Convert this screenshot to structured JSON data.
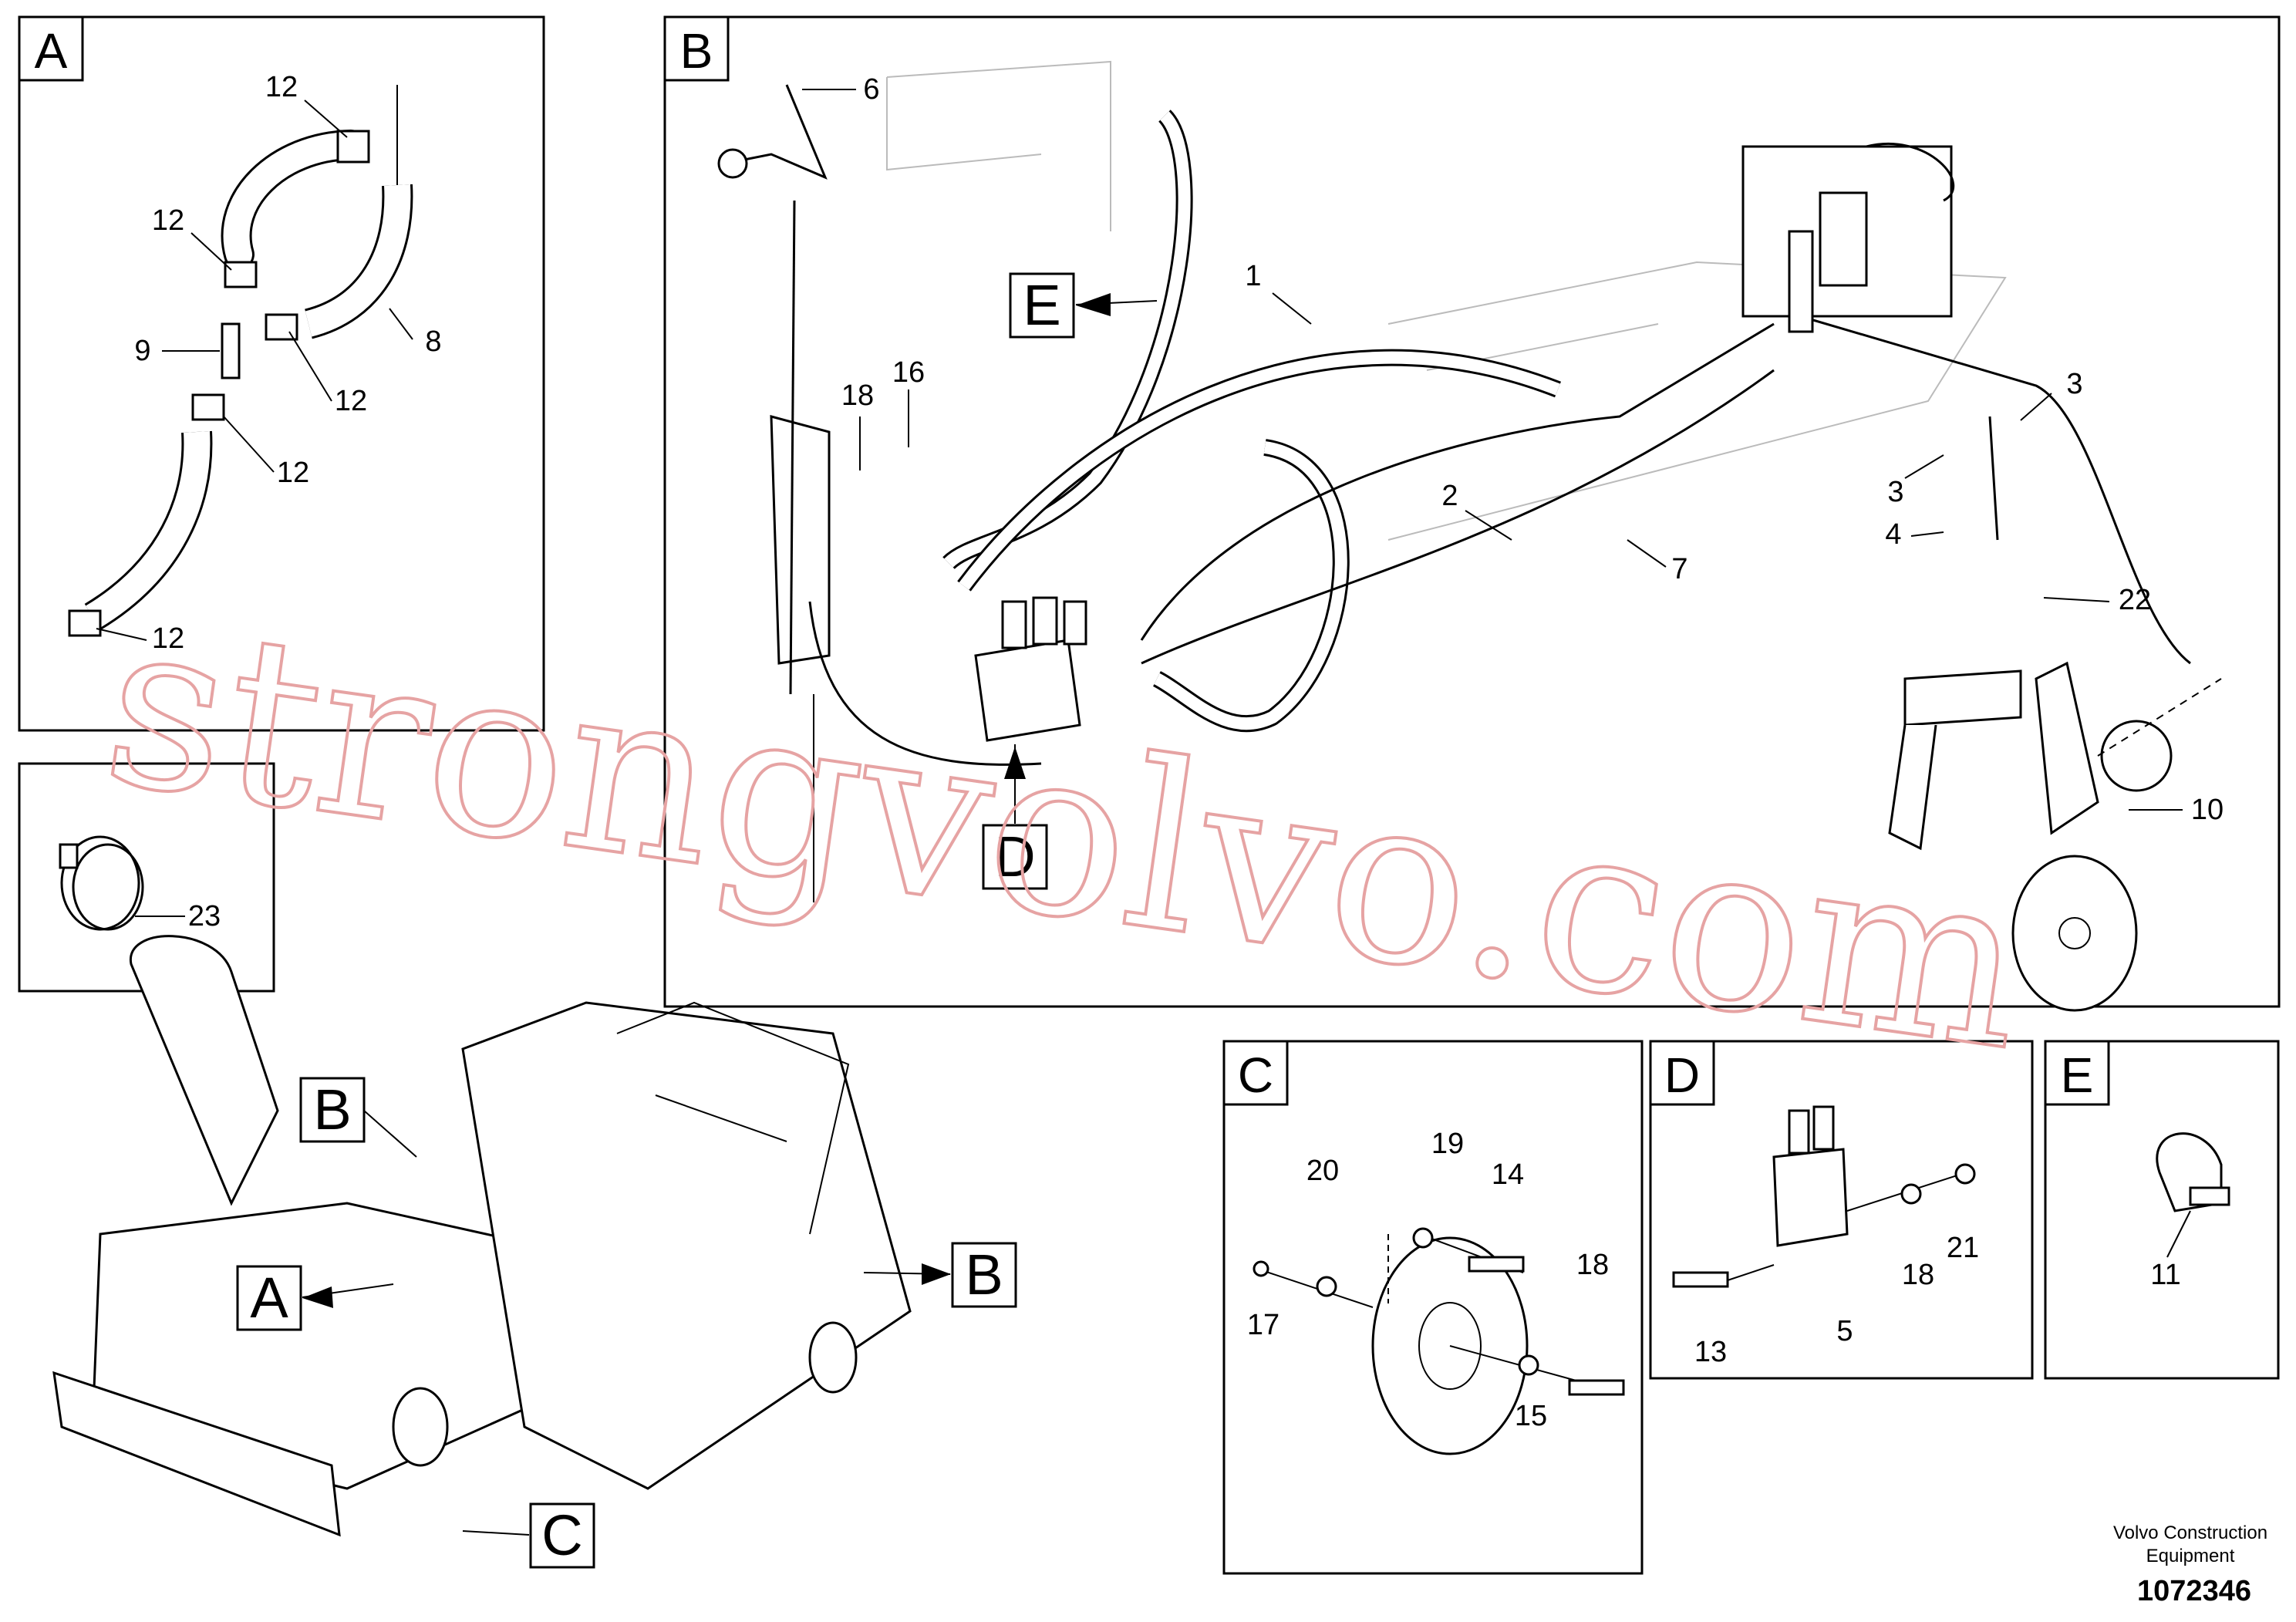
{
  "panels": {
    "A": {
      "letter": "A",
      "labels": {
        "l12a": "12",
        "l12b": "12",
        "l9": "9",
        "l8": "8",
        "l12c": "12",
        "l12d": "12",
        "l12e": "12"
      }
    },
    "B": {
      "letter": "B",
      "labels": {
        "l6": "6",
        "l1": "1",
        "l18": "18",
        "l16": "16",
        "l3a": "3",
        "l3b": "3",
        "l2": "2",
        "l7": "7",
        "l4": "4",
        "l22": "22",
        "l10": "10"
      },
      "callout_e": "E",
      "callout_d": "D"
    },
    "C": {
      "letter": "C",
      "labels": {
        "l20": "20",
        "l19": "19",
        "l14": "14",
        "l18": "18",
        "l17": "17",
        "l15": "15"
      }
    },
    "D": {
      "letter": "D",
      "labels": {
        "l13": "13",
        "l5": "5",
        "l18": "18",
        "l21": "21"
      }
    },
    "E": {
      "letter": "E",
      "labels": {
        "l11": "11"
      }
    },
    "coil": {
      "labels": {
        "l23": "23"
      }
    }
  },
  "machine": {
    "callout_b1": "B",
    "callout_a": "A",
    "callout_b2": "B",
    "callout_c": "C"
  },
  "watermark": "strongvolvo.com",
  "footer": {
    "brand_line1": "Volvo Construction",
    "brand_line2": "Equipment",
    "drawing_number": "1072346"
  }
}
